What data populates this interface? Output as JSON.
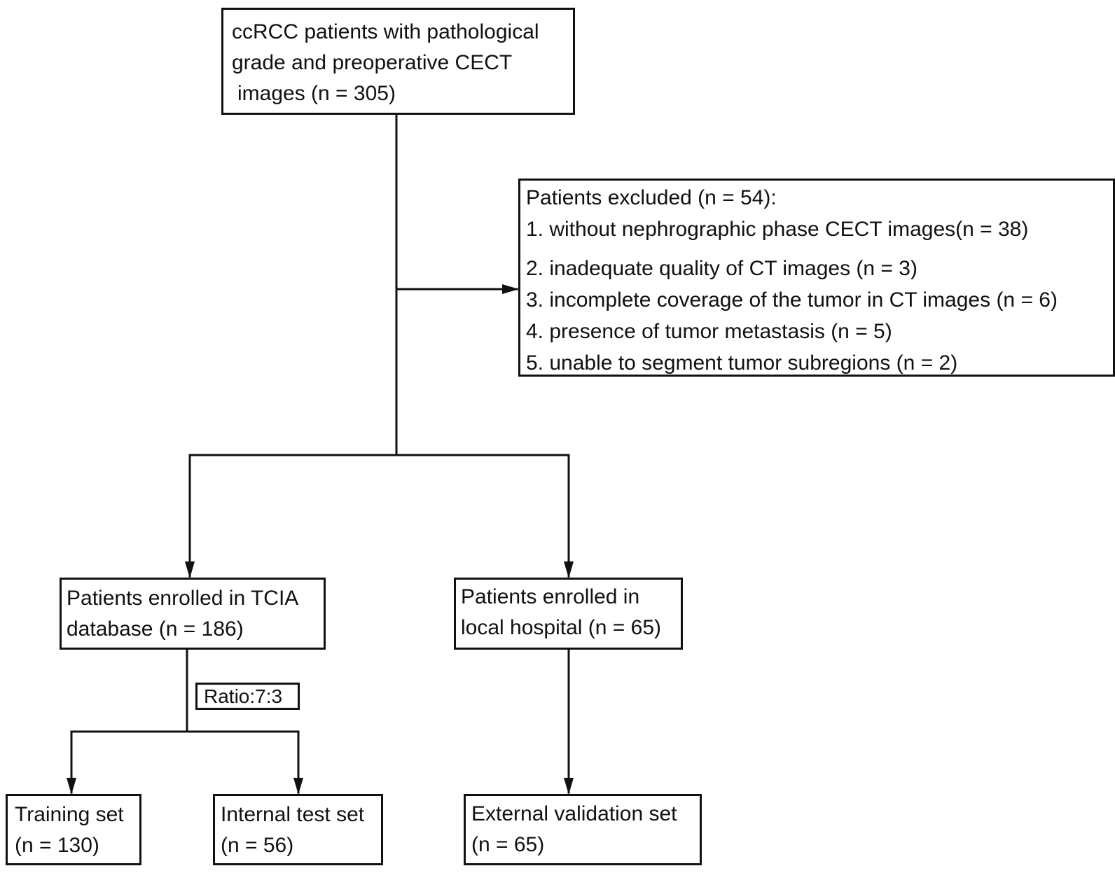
{
  "boxes": {
    "source": {
      "lines": [
        "ccRCC patients with pathological",
        "grade and preoperative CECT",
        "images (n = 305)"
      ]
    },
    "excluded": {
      "heading": "Patients excluded (n = 54):",
      "items": [
        "1. without nephrographic phase CECT images(n = 38)",
        "2.  inadequate quality of CT images (n = 3)",
        "3. incomplete coverage of the tumor in CT images (n = 6)",
        "4. presence of tumor metastasis (n = 5)",
        "5. unable to segment tumor subregions (n = 2)"
      ]
    },
    "tcia": {
      "lines": [
        "Patients enrolled in TCIA",
        "database (n = 186)"
      ]
    },
    "local": {
      "lines": [
        "Patients enrolled in",
        "local hospital (n = 65)"
      ]
    },
    "ratio": {
      "label": "Ratio:7:3"
    },
    "training": {
      "lines": [
        "Training set",
        "(n = 130)"
      ]
    },
    "internal": {
      "lines": [
        "Internal test set",
        "(n = 56)"
      ]
    },
    "external": {
      "lines": [
        "External validation set",
        "(n = 65)"
      ]
    }
  },
  "colors": {
    "stroke": "#111111",
    "background": "#ffffff"
  }
}
